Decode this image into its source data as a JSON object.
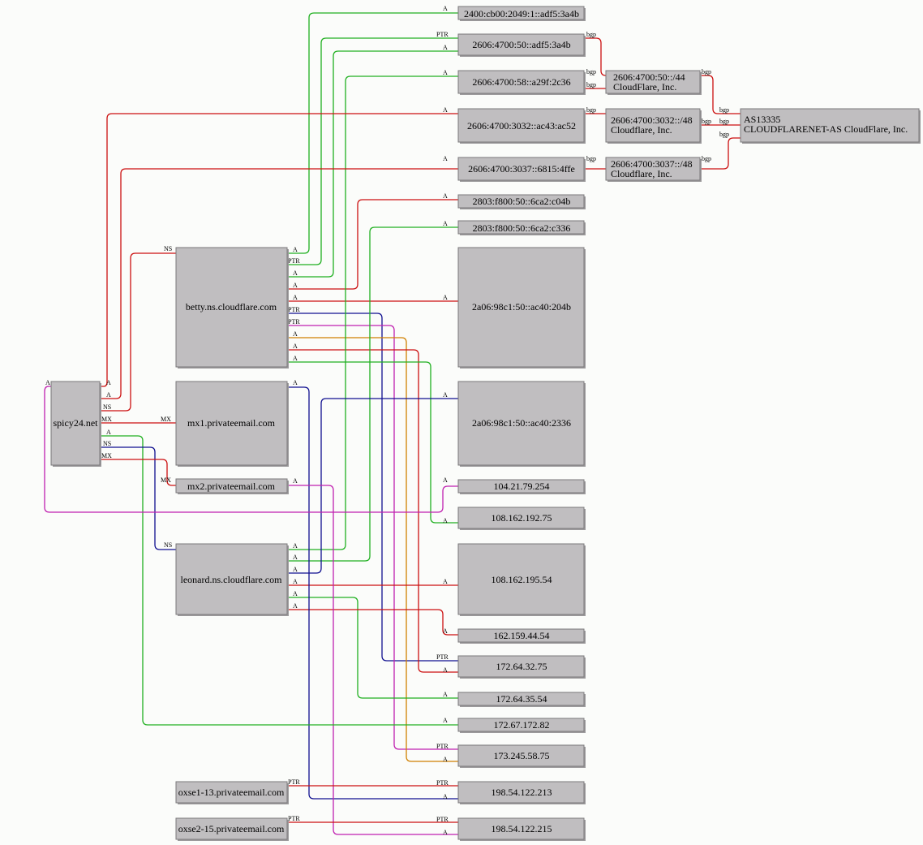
{
  "colors": {
    "A": "#20b020",
    "A_red": "#cc1010",
    "PTR_blue": "#101090",
    "magenta": "#c020b0",
    "orange": "#d08000",
    "bgp": "#cc1010"
  },
  "nodes": {
    "spicy24": "spicy24.net",
    "betty": "betty.ns.cloudflare.com",
    "mx1": "mx1.privateemail.com",
    "mx2": "mx2.privateemail.com",
    "leonard": "leonard.ns.cloudflare.com",
    "oxse1": "oxse1-13.privateemail.com",
    "oxse2": "oxse2-15.privateemail.com",
    "ip6_2400": "2400:cb00:2049:1::adf5:3a4b",
    "ip6_2606_50": "2606:4700:50::adf5:3a4b",
    "ip6_2606_58": "2606:4700:58::a29f:2c36",
    "ip6_3032": "2606:4700:3032::ac43:ac52",
    "ip6_3037": "2606:4700:3037::6815:4ffe",
    "ip6_2803_a": "2803:f800:50::6ca2:c04b",
    "ip6_2803_b": "2803:f800:50::6ca2:c336",
    "ip6_2a06_a": "2a06:98c1:50::ac40:204b",
    "ip6_2a06_b": "2a06:98c1:50::ac40:2336",
    "ip_104": "104.21.79.254",
    "ip_108_192": "108.162.192.75",
    "ip_108_195": "108.162.195.54",
    "ip_162": "162.159.44.54",
    "ip_172_64_32": "172.64.32.75",
    "ip_172_64_35": "172.64.35.54",
    "ip_172_67": "172.67.172.82",
    "ip_173": "173.245.58.75",
    "ip_198_213": "198.54.122.213",
    "ip_198_215": "198.54.122.215",
    "net_44_l1": "2606:4700:50::/44",
    "net_44_l2": "CloudFlare, Inc.",
    "net_48a_l1": "2606:4700:3032::/48",
    "net_48a_l2": "Cloudflare, Inc.",
    "net_48b_l1": "2606:4700:3037::/48",
    "net_48b_l2": "Cloudflare, Inc.",
    "as_l1": "AS13335",
    "as_l2": "CLOUDFLARENET-AS CloudFlare, Inc."
  },
  "edge_labels": {
    "A": "A",
    "PTR": "PTR",
    "NS": "NS",
    "MX": "MX",
    "bgp": "bgp"
  }
}
